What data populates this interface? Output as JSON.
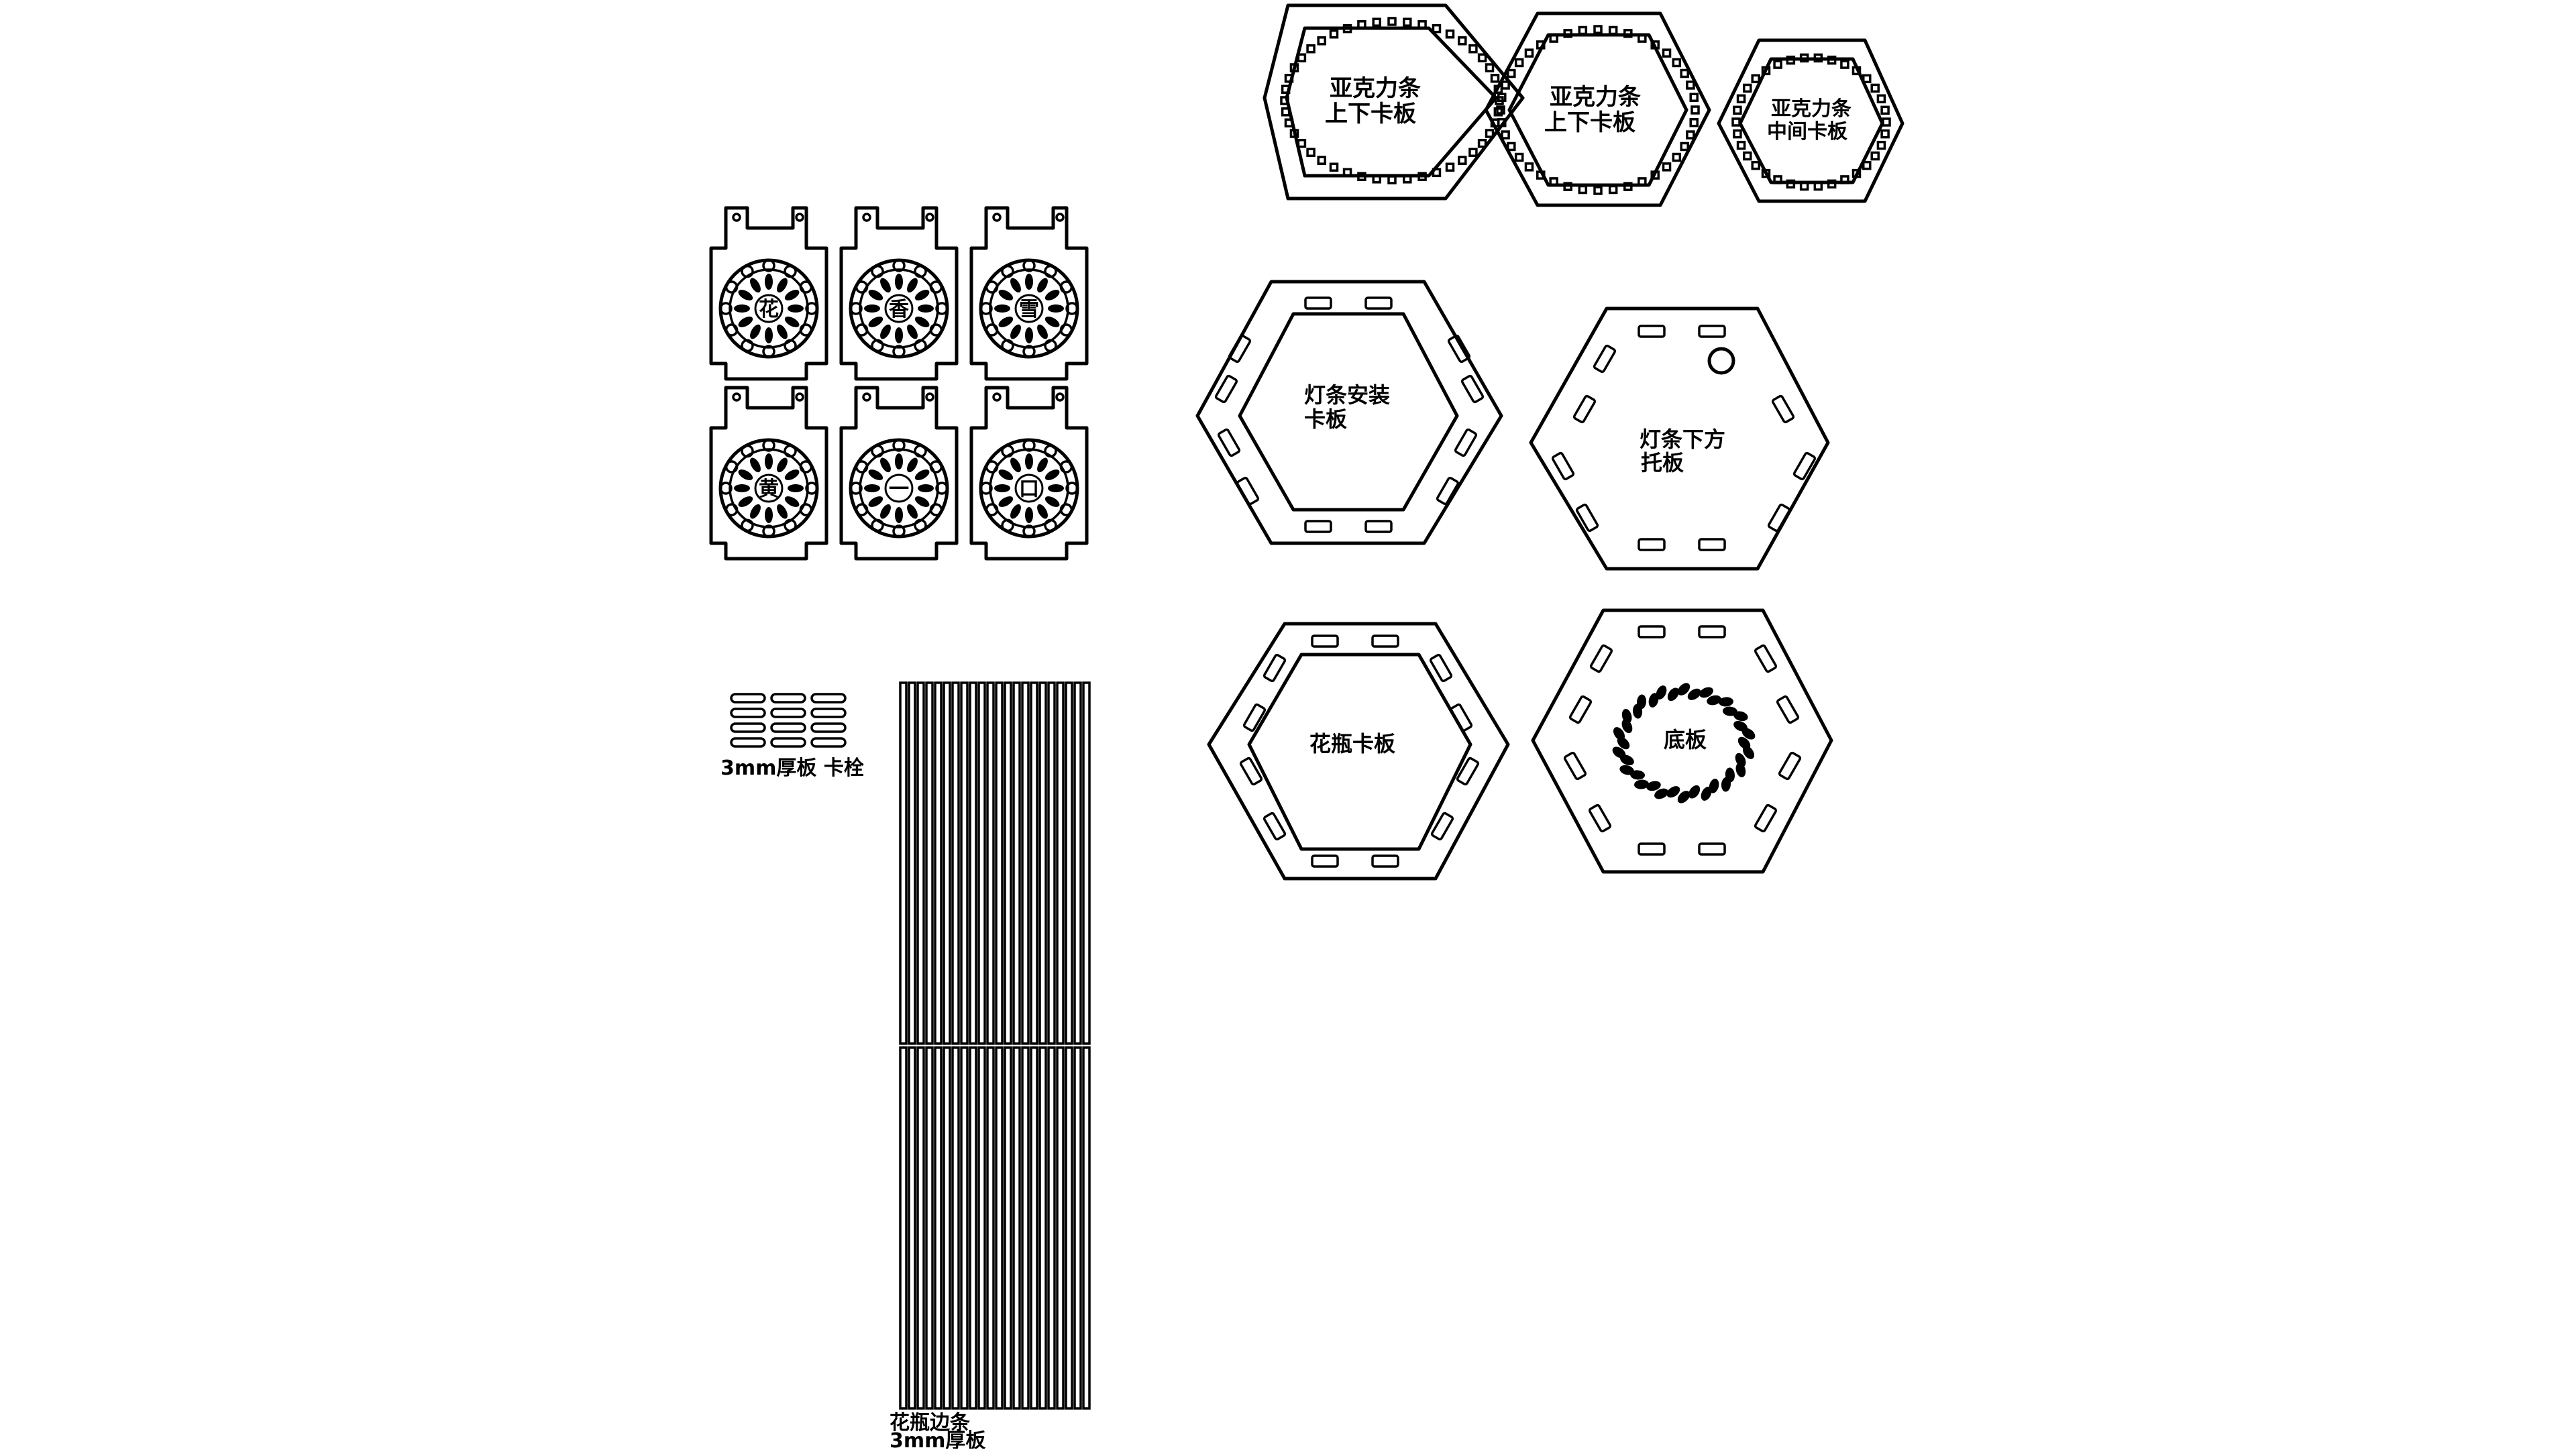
{
  "diagram": {
    "acrylic_top_a": [
      "亚克力条",
      "上下卡板"
    ],
    "acrylic_top_b": [
      "亚克力条",
      "上下卡板"
    ],
    "acrylic_mid": [
      "亚克力条",
      "中间卡板"
    ],
    "strip_mount": [
      "灯条安装",
      "卡板"
    ],
    "strip_support": [
      "灯条下方",
      "托板"
    ],
    "vase_plate": [
      "花瓶卡板"
    ],
    "base_plate": [
      "底板"
    ],
    "pins_label": "3mm厚板 卡栓",
    "edge_strips_label": [
      "花瓶边条",
      "3mm厚板"
    ],
    "medallion_chars": [
      "花",
      "香",
      "雪",
      "黄",
      "一",
      "口"
    ],
    "line_color": "#000000",
    "background_color": "#ffffff"
  }
}
